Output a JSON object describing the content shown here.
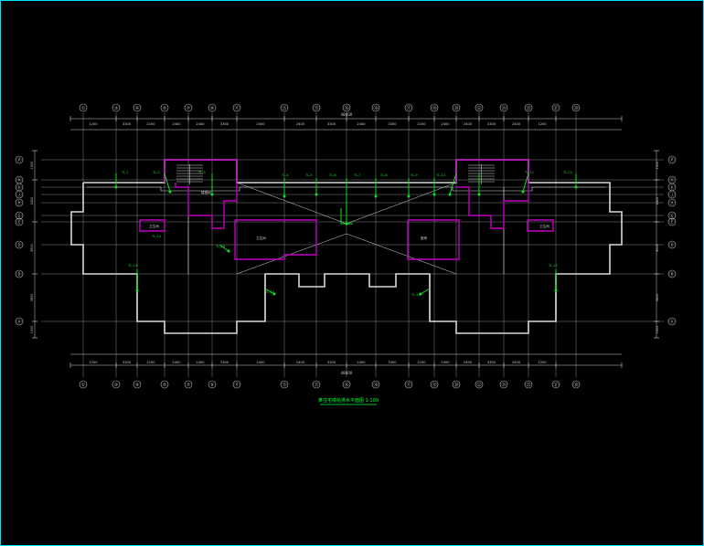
{
  "drawing": {
    "title": "某住宅楼给排水平面图 1:100",
    "colors": {
      "background": "#000000",
      "frame": "#00e5ff",
      "walls": "#d8d8d8",
      "grid": "#bdbdbd",
      "pipe": "#10e020",
      "room_outline": "#c000c0",
      "dim_text": "#cfcfcf",
      "title": "#00ff33"
    },
    "grid_top": [
      "①",
      "③",
      "④",
      "⑤",
      "⑦",
      "⑨",
      "⑪",
      "⑬",
      "⑮",
      "⑯",
      "⑱",
      "⑰",
      "⑲",
      "⑳",
      "㉒",
      "㉔",
      "㉕",
      "㉗",
      "㉘"
    ],
    "grid_bottom": [
      "①",
      "③",
      "④",
      "⑤",
      "⑦",
      "⑨",
      "⑪",
      "⑬",
      "⑮",
      "⑯",
      "⑱",
      "⑰",
      "⑲",
      "⑳",
      "㉒",
      "㉔",
      "㉕",
      "㉗",
      "㉘"
    ],
    "grid_left": [
      "Ⓟ",
      "Ⓜ",
      "Ⓚ",
      "Ⓙ",
      "Ⓗ",
      "Ⓖ",
      "Ⓔ",
      "Ⓓ",
      "Ⓑ",
      "Ⓐ"
    ],
    "grid_right": [
      "Ⓟ",
      "Ⓜ",
      "Ⓚ",
      "Ⓙ",
      "Ⓗ",
      "Ⓖ",
      "Ⓔ",
      "Ⓓ",
      "Ⓑ",
      "Ⓐ"
    ],
    "dims_top": [
      "1200",
      "3300",
      "2100",
      "2400",
      "2400",
      "3300",
      "2400",
      "2400",
      "3300",
      "2400",
      "3300",
      "2100",
      "2400",
      "2400",
      "3300",
      "2400",
      "1200"
    ],
    "dims_bottom": [
      "1200",
      "3300",
      "2100",
      "2400",
      "2400",
      "3300",
      "2400",
      "2400",
      "3300",
      "2400",
      "3300",
      "2100",
      "2400",
      "2400",
      "3300",
      "2400",
      "1200"
    ],
    "dim_total_top": "48600",
    "dim_total_bottom": "48600",
    "dims_left": [
      "1500",
      "2400",
      "3600",
      "3600",
      "1500"
    ],
    "dims_right": [
      "1500",
      "2400",
      "3600",
      "3600",
      "1500"
    ],
    "pipe_tags": [
      "TL-1",
      "TL-2",
      "TL-3",
      "TL-4",
      "TL-5",
      "TL-6",
      "TL-7",
      "TL-8",
      "TL-9",
      "TL-10",
      "TL-11",
      "TL-12",
      "TL-13",
      "TL-14",
      "TL-15",
      "TL-16",
      "TL-17",
      "TL-18"
    ],
    "room_labels": [
      "卫生间",
      "厨房",
      "卫生间",
      "卫生间",
      "楼梯间"
    ]
  }
}
